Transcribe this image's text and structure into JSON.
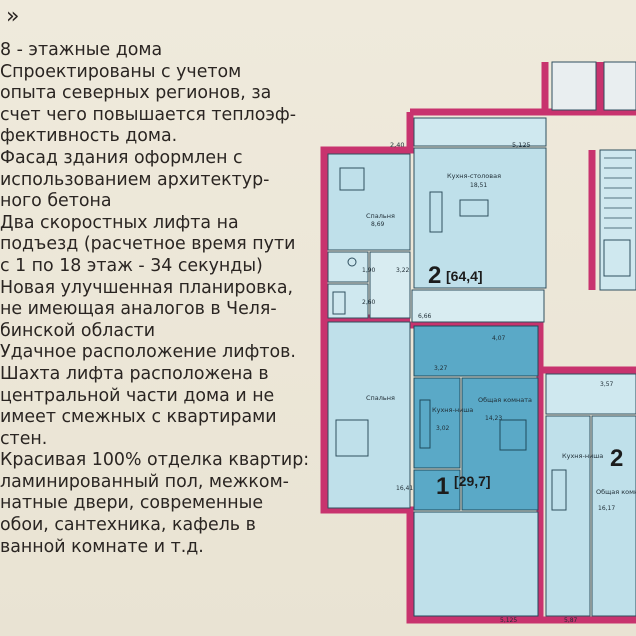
{
  "nav": {
    "arrow": "»"
  },
  "description_lines": [
    "8 - этажные дома",
    "Спроектированы с учетом",
    "опыта северных регионов, за",
    "счет чего повышается теплоэф-",
    "фективность дома.",
    "Фасад здания оформлен с",
    "использованием архитектур-",
    "ного бетона",
    "Два скоростных лифта на",
    "подъезд (расчетное время пути",
    "с 1 по 18 этаж - 34 секунды)",
    "Новая улучшенная планировка,",
    "не имеющая аналогов в Челя-",
    "бинской области",
    "Удачное расположение лифтов.",
    "Шахта лифта расположена в",
    "центральной части дома и не",
    "имеет смежных с квартирами",
    "стен.",
    "Красивая 100% отделка квартир:",
    "ламинированный пол, межком-",
    "натные двери, современные",
    "обои, сантехника, кафель в",
    "ванной комнате и т.д."
  ],
  "plan": {
    "apt2": {
      "rooms": "2",
      "area": "[64,4]"
    },
    "apt1": {
      "rooms": "1",
      "area": "[29,7]"
    },
    "apt_right": {
      "rooms": "2"
    },
    "labels": {
      "kitchen_dining": "Кухня-столовая",
      "kitchen_dining_area": "18,51",
      "bedroom1": "Спальня",
      "bedroom1_area": "8,69",
      "bedroom2": "Спальня",
      "bedroom2_area": "16,41",
      "balcony_top_left": "2,40",
      "balcony_top_right": "5,125",
      "hall_190": "1,90",
      "hall_322": "3,22",
      "hall_260": "2,60",
      "hall_666": "6,66",
      "hall_407": "4,07",
      "hall_327": "3,27",
      "kitchen_niche": "Кухня-ниша",
      "kitchen_niche_area": "3,02",
      "common_room": "Общая комната",
      "common_room_area": "14,23",
      "balcony_bottom": "5,125",
      "r_357": "3,57",
      "r_kitchen_niche": "Кухня-ниша",
      "r_common": "Общая комнат",
      "r_common_area": "16,17",
      "r_587": "5,87"
    }
  }
}
